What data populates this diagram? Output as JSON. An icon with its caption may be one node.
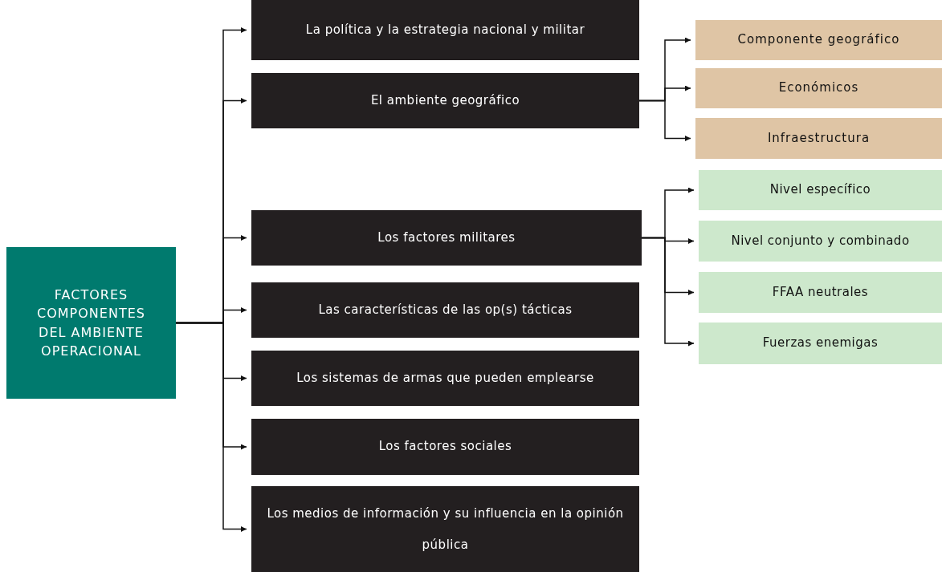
{
  "diagram": {
    "nodes": [
      {
        "text": [
          "FACTORES COMPONENTES DEL AMBIENTE OPERACIONAL"
        ]
      },
      {
        "text": [
          "La política y la estrategia nacional y militar"
        ]
      },
      {
        "text": [
          "El ambiente geográfico"
        ]
      },
      {
        "text": [
          "Los factores militares"
        ]
      },
      {
        "text": [
          "Las características de las op(s) tácticas"
        ]
      },
      {
        "text": [
          "Los sistemas de armas que pueden emplearse"
        ]
      },
      {
        "text": [
          "Los factores sociales"
        ]
      },
      {
        "text": [
          "Los medios de información y su influencia en la opinión pública"
        ]
      },
      {
        "text": [
          "Componente geográfico"
        ]
      },
      {
        "text": [
          "Económicos"
        ]
      },
      {
        "text": [
          "Infraestructura"
        ]
      },
      {
        "text": [
          "Nivel específico"
        ]
      },
      {
        "text": [
          "Nivel conjunto y combinado"
        ]
      },
      {
        "text": [
          "FFAA neutrales"
        ]
      },
      {
        "text": [
          "Fuerzas enemigas"
        ]
      }
    ],
    "edges": [
      {
        "from": 0,
        "to": 1,
        "arrow": "to"
      },
      {
        "from": 0,
        "to": 2,
        "arrow": "to"
      },
      {
        "from": 0,
        "to": 3,
        "arrow": "to"
      },
      {
        "from": 0,
        "to": 4,
        "arrow": "to"
      },
      {
        "from": 0,
        "to": 5,
        "arrow": "to"
      },
      {
        "from": 0,
        "to": 6,
        "arrow": "to"
      },
      {
        "from": 0,
        "to": 7,
        "arrow": "to"
      },
      {
        "from": 2,
        "to": 8,
        "arrow": "to"
      },
      {
        "from": 2,
        "to": 9,
        "arrow": "to"
      },
      {
        "from": 2,
        "to": 10,
        "arrow": "to"
      },
      {
        "from": 3,
        "to": 11,
        "arrow": "to"
      },
      {
        "from": 3,
        "to": 12,
        "arrow": "to"
      },
      {
        "from": 3,
        "to": 13,
        "arrow": "to"
      },
      {
        "from": 3,
        "to": 14,
        "arrow": "to"
      }
    ]
  }
}
